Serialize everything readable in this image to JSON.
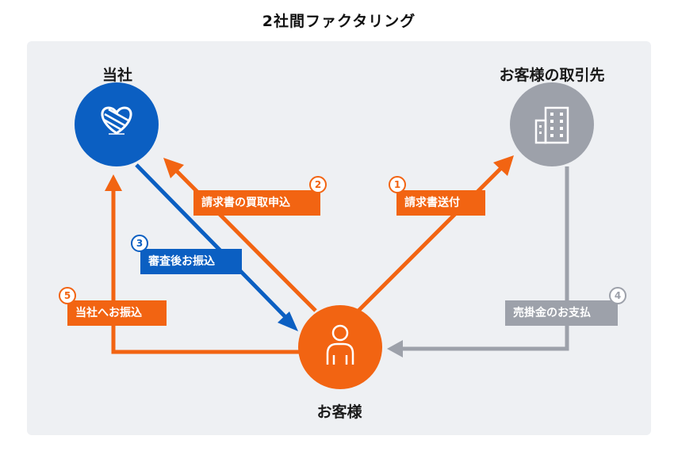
{
  "title": "2社間ファクタリング",
  "nodes": {
    "company": {
      "label": "当社",
      "icon": "heart-logo-icon",
      "color": "#0b5fc2"
    },
    "client": {
      "label": "お客様の取引先",
      "icon": "building-icon",
      "color": "#9da1aa"
    },
    "customer": {
      "label": "お客様",
      "icon": "person-icon",
      "color": "#f26412"
    }
  },
  "steps": [
    {
      "number": "1",
      "label": "請求書送付",
      "color": "#f26412"
    },
    {
      "number": "2",
      "label": "請求書の買取申込",
      "color": "#f26412"
    },
    {
      "number": "3",
      "label": "審査後お振込",
      "color": "#0b5fc2"
    },
    {
      "number": "4",
      "label": "売掛金のお支払",
      "color": "#9da1aa"
    },
    {
      "number": "5",
      "label": "当社へお振込",
      "color": "#f26412"
    }
  ],
  "colors": {
    "orange": "#f26412",
    "blue": "#0b5fc2",
    "gray": "#9da1aa",
    "panel": "#eef0f3"
  }
}
